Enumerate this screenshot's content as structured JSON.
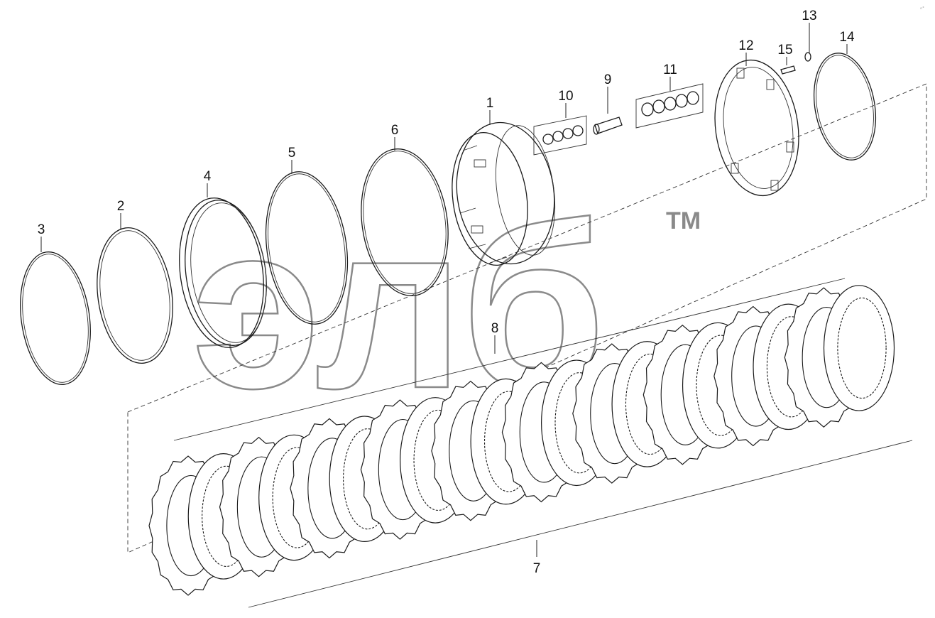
{
  "watermark": {
    "logo_letters": "элб",
    "trademark": "TM"
  },
  "corner_code": "▫°",
  "callouts": [
    {
      "id": "1",
      "label": "1"
    },
    {
      "id": "2",
      "label": "2"
    },
    {
      "id": "3",
      "label": "3"
    },
    {
      "id": "4",
      "label": "4"
    },
    {
      "id": "5",
      "label": "5"
    },
    {
      "id": "6",
      "label": "6"
    },
    {
      "id": "7",
      "label": "7"
    },
    {
      "id": "8",
      "label": "8"
    },
    {
      "id": "9",
      "label": "9"
    },
    {
      "id": "10",
      "label": "10"
    },
    {
      "id": "11",
      "label": "11"
    },
    {
      "id": "12",
      "label": "12"
    },
    {
      "id": "13",
      "label": "13"
    },
    {
      "id": "14",
      "label": "14"
    },
    {
      "id": "15",
      "label": "15"
    }
  ],
  "colors": {
    "line": "#1a1a1a",
    "watermark": "#8a8a8a",
    "background": "#ffffff"
  }
}
